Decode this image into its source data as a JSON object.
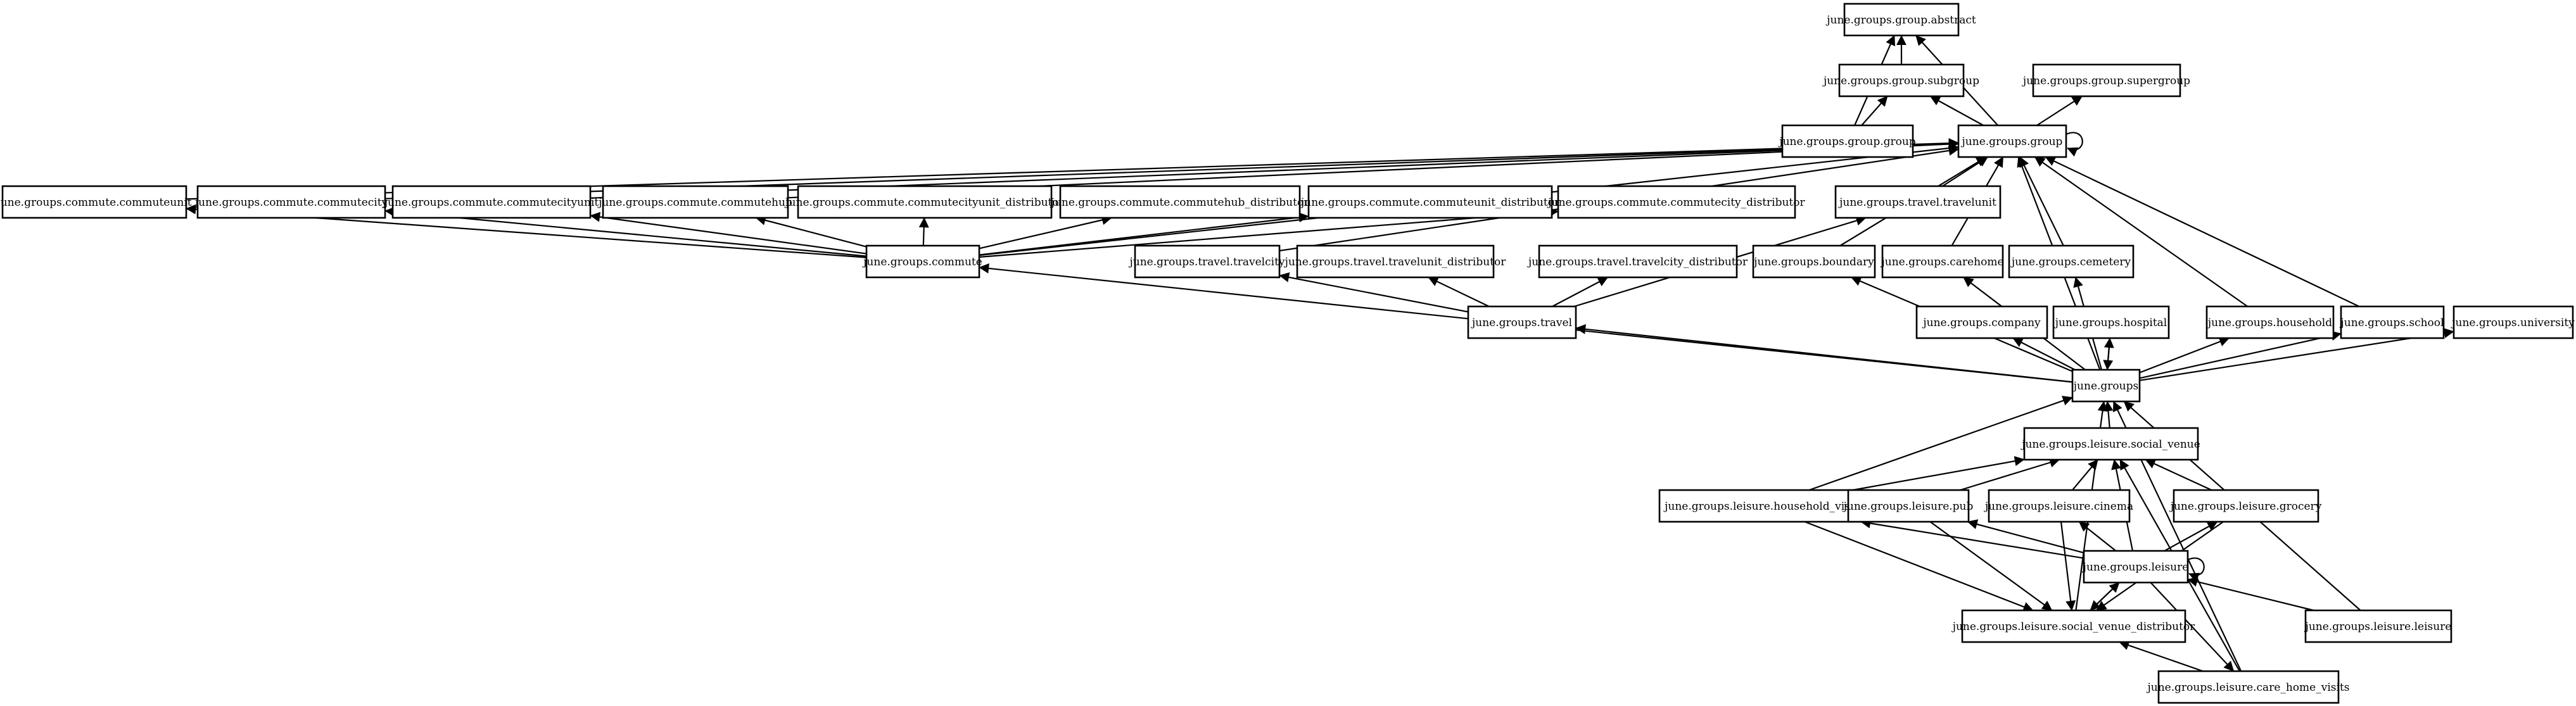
{
  "diagram": {
    "type": "module dependency graph",
    "nodes": [
      {
        "id": "group_abstract",
        "label": "june.groups.group.abstract"
      },
      {
        "id": "group_subgroup",
        "label": "june.groups.group.subgroup"
      },
      {
        "id": "group_supergroup",
        "label": "june.groups.group.supergroup"
      },
      {
        "id": "group_group",
        "label": "june.groups.group.group"
      },
      {
        "id": "group",
        "label": "june.groups.group"
      },
      {
        "id": "commuteunit",
        "label": "june.groups.commute.commuteunit"
      },
      {
        "id": "commutecity",
        "label": "june.groups.commute.commutecity"
      },
      {
        "id": "commutecityunit",
        "label": "june.groups.commute.commutecityunit"
      },
      {
        "id": "commutehub",
        "label": "june.groups.commute.commutehub"
      },
      {
        "id": "commutecityunit_distributor",
        "label": "june.groups.commute.commutecityunit_distributor"
      },
      {
        "id": "commutehub_distributor",
        "label": "june.groups.commute.commutehub_distributor"
      },
      {
        "id": "commuteunit_distributor",
        "label": "june.groups.commute.commuteunit_distributor"
      },
      {
        "id": "commutecity_distributor",
        "label": "june.groups.commute.commutecity_distributor"
      },
      {
        "id": "travelunit",
        "label": "june.groups.travel.travelunit"
      },
      {
        "id": "commute",
        "label": "june.groups.commute"
      },
      {
        "id": "travelcity",
        "label": "june.groups.travel.travelcity"
      },
      {
        "id": "travelunit_distributor",
        "label": "june.groups.travel.travelunit_distributor"
      },
      {
        "id": "travelcity_distributor",
        "label": "june.groups.travel.travelcity_distributor"
      },
      {
        "id": "boundary",
        "label": "june.groups.boundary"
      },
      {
        "id": "carehome",
        "label": "june.groups.carehome"
      },
      {
        "id": "cemetery",
        "label": "june.groups.cemetery"
      },
      {
        "id": "company",
        "label": "june.groups.company"
      },
      {
        "id": "hospital",
        "label": "june.groups.hospital"
      },
      {
        "id": "household",
        "label": "june.groups.household"
      },
      {
        "id": "school",
        "label": "june.groups.school"
      },
      {
        "id": "university",
        "label": "june.groups.university"
      },
      {
        "id": "travel",
        "label": "june.groups.travel"
      },
      {
        "id": "groups",
        "label": "june.groups"
      },
      {
        "id": "social_venue",
        "label": "june.groups.leisure.social_venue"
      },
      {
        "id": "household_visits",
        "label": "june.groups.leisure.household_visits"
      },
      {
        "id": "pub",
        "label": "june.groups.leisure.pub"
      },
      {
        "id": "cinema",
        "label": "june.groups.leisure.cinema"
      },
      {
        "id": "grocery",
        "label": "june.groups.leisure.grocery"
      },
      {
        "id": "leisure",
        "label": "june.groups.leisure"
      },
      {
        "id": "social_venue_distributor",
        "label": "june.groups.leisure.social_venue_distributor"
      },
      {
        "id": "leisure_leisure",
        "label": "june.groups.leisure.leisure"
      },
      {
        "id": "care_home_visits",
        "label": "june.groups.leisure.care_home_visits"
      }
    ],
    "edges": [
      [
        "group_subgroup",
        "group_abstract"
      ],
      [
        "group_group",
        "group_abstract"
      ],
      [
        "group_group",
        "group_subgroup"
      ],
      [
        "group",
        "group_abstract"
      ],
      [
        "group",
        "group_subgroup"
      ],
      [
        "group",
        "group_supergroup"
      ],
      [
        "group",
        "group"
      ],
      [
        "commuteunit",
        "group"
      ],
      [
        "commutecity",
        "group"
      ],
      [
        "commutecityunit",
        "group"
      ],
      [
        "commutehub",
        "group"
      ],
      [
        "commute",
        "commuteunit"
      ],
      [
        "commute",
        "commutecity"
      ],
      [
        "commute",
        "commutecityunit"
      ],
      [
        "commute",
        "commutehub"
      ],
      [
        "commute",
        "commutecityunit_distributor"
      ],
      [
        "commute",
        "commutehub_distributor"
      ],
      [
        "commute",
        "commuteunit_distributor"
      ],
      [
        "commute",
        "commutecity_distributor"
      ],
      [
        "commute",
        "group"
      ],
      [
        "travelunit",
        "group"
      ],
      [
        "travelcity",
        "group"
      ],
      [
        "travel",
        "travelunit"
      ],
      [
        "travel",
        "travelcity"
      ],
      [
        "travel",
        "travelunit_distributor"
      ],
      [
        "travel",
        "travelcity_distributor"
      ],
      [
        "boundary",
        "group"
      ],
      [
        "carehome",
        "group"
      ],
      [
        "cemetery",
        "group"
      ],
      [
        "household",
        "group"
      ],
      [
        "school",
        "group"
      ],
      [
        "groups",
        "commute"
      ],
      [
        "groups",
        "travel"
      ],
      [
        "groups",
        "group"
      ],
      [
        "groups",
        "boundary"
      ],
      [
        "groups",
        "carehome"
      ],
      [
        "groups",
        "cemetery"
      ],
      [
        "groups",
        "company"
      ],
      [
        "groups",
        "hospital"
      ],
      [
        "hospital",
        "groups"
      ],
      [
        "groups",
        "household"
      ],
      [
        "groups",
        "school"
      ],
      [
        "groups",
        "university"
      ],
      [
        "social_venue",
        "groups"
      ],
      [
        "household_visits",
        "groups"
      ],
      [
        "household_visits",
        "social_venue"
      ],
      [
        "pub",
        "social_venue"
      ],
      [
        "cinema",
        "social_venue"
      ],
      [
        "grocery",
        "social_venue"
      ],
      [
        "leisure",
        "social_venue"
      ],
      [
        "leisure",
        "household_visits"
      ],
      [
        "leisure",
        "pub"
      ],
      [
        "leisure",
        "cinema"
      ],
      [
        "leisure",
        "grocery"
      ],
      [
        "leisure",
        "leisure"
      ],
      [
        "leisure",
        "social_venue_distributor"
      ],
      [
        "leisure",
        "care_home_visits"
      ],
      [
        "social_venue_distributor",
        "groups"
      ],
      [
        "social_venue_distributor",
        "leisure"
      ],
      [
        "household_visits",
        "social_venue_distributor"
      ],
      [
        "pub",
        "social_venue_distributor"
      ],
      [
        "cinema",
        "social_venue_distributor"
      ],
      [
        "grocery",
        "social_venue_distributor"
      ],
      [
        "leisure_leisure",
        "groups"
      ],
      [
        "leisure_leisure",
        "leisure"
      ],
      [
        "care_home_visits",
        "groups"
      ],
      [
        "care_home_visits",
        "social_venue"
      ],
      [
        "care_home_visits",
        "social_venue_distributor"
      ]
    ]
  }
}
